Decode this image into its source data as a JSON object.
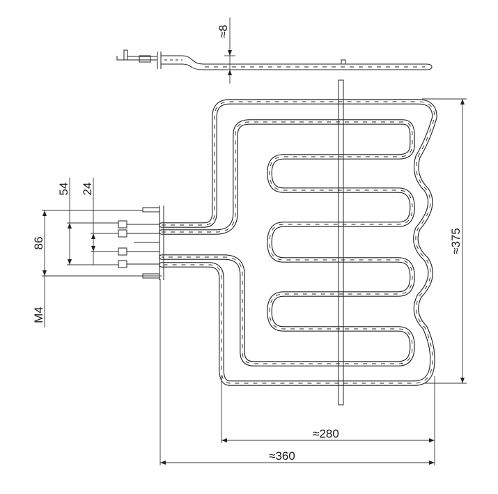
{
  "diagram": {
    "type": "technical-drawing",
    "subject": "oven heating element",
    "dimensions": {
      "thickness": "≈8",
      "height": "≈375",
      "inner_width": "≈280",
      "overall_width": "≈360",
      "terminal_span": "86",
      "terminal_outer": "54",
      "terminal_inner": "24",
      "thread": "M4"
    },
    "colors": {
      "line": "#222222",
      "background": "#ffffff"
    }
  }
}
